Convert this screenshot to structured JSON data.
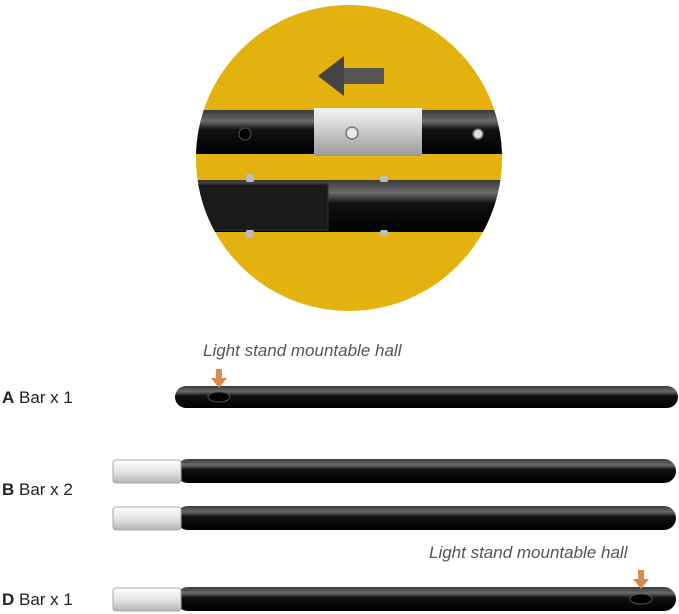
{
  "detail_circle": {
    "background_color": "#E3B20F",
    "arrow_direction": "left"
  },
  "notes": {
    "top": "Light stand mountable hall",
    "bottom": "Light stand mountable hall"
  },
  "bars": [
    {
      "letter": "A",
      "text": " Bar x 1"
    },
    {
      "letter": "B",
      "text": " Bar x 2"
    },
    {
      "letter": "D",
      "text": " Bar x 1"
    }
  ],
  "colors": {
    "tube": "#111111",
    "connector": "#d9d9d9",
    "marker_arrow": "#D98A4E"
  }
}
